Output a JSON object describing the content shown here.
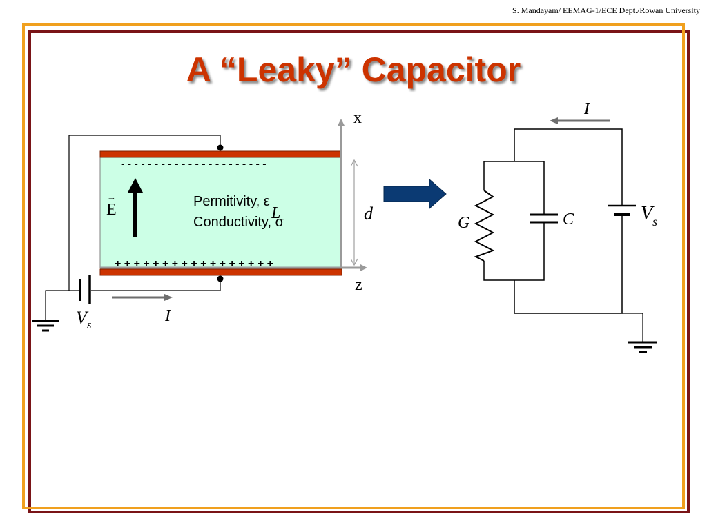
{
  "header": {
    "credit": "S. Mandayam/ EEMAG-1/ECE Dept./Rowan University"
  },
  "title": "A “Leaky” Capacitor",
  "left_diagram": {
    "axis_x_label": "x",
    "axis_z_label": "z",
    "field_label": "E",
    "field_vector_mark": "→",
    "permittivity_label": "Permitivity, ε",
    "conductivity_label": "Conductivity, σ",
    "length_label": "L",
    "gap_label": "d",
    "top_charges": "- - - - - - - - - - - - - - - - - - - - - -",
    "bottom_charges": "+ + + + + + + + + + + + + + + + +",
    "source_label": "V",
    "source_subscript": "s",
    "current_label": "I"
  },
  "right_circuit": {
    "current_label": "I",
    "conductance_label": "G",
    "capacitance_label": "C",
    "source_label": "V",
    "source_subscript": "s"
  },
  "colors": {
    "title": "#cc3300",
    "plate": "#cc3300",
    "dielectric": "#ccffe6",
    "arrow_block": "#0b3a73",
    "frame_outer": "#7a1417",
    "frame_inner": "#f0a01e",
    "axis_gray": "#9a9a9a"
  }
}
